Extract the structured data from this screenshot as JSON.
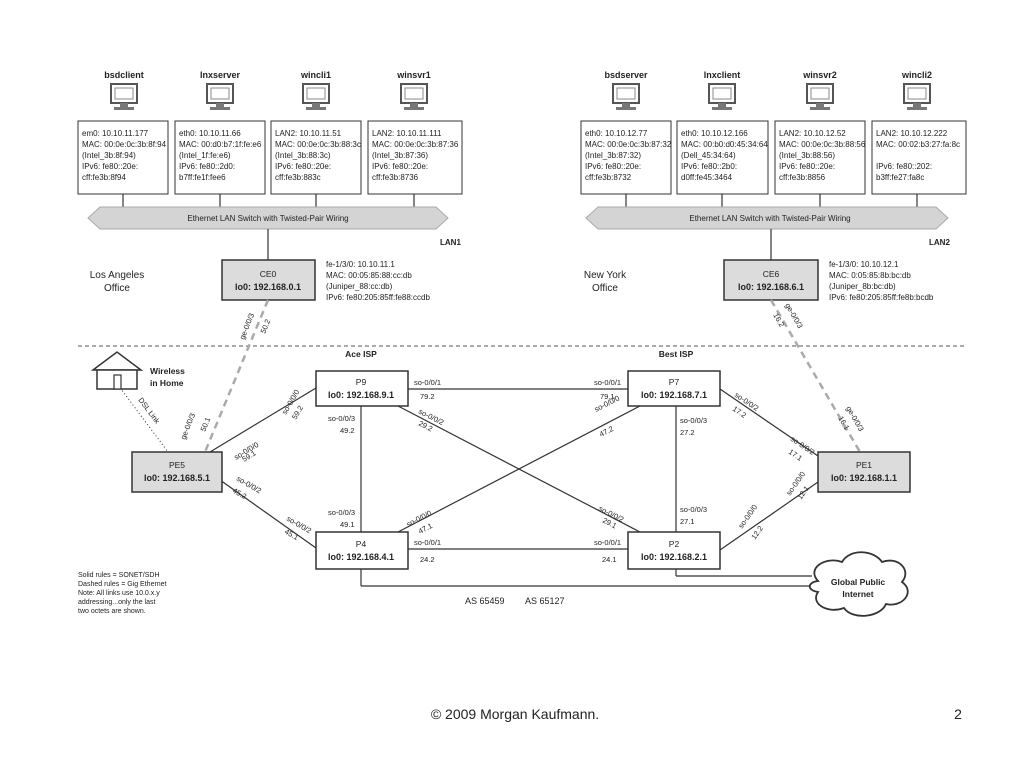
{
  "lan1": {
    "hosts": [
      {
        "name": "bsdclient",
        "lines": [
          "em0: 10.10.11.177",
          "MAC: 00:0e:0c:3b:8f:94",
          "(Intel_3b:8f:94)",
          "IPv6: fe80::20e:",
          "cff:fe3b:8f94"
        ]
      },
      {
        "name": "lnxserver",
        "lines": [
          "eth0: 10.10.11.66",
          "MAC: 00:d0:b7:1f:fe:e6",
          "(Intel_1f:fe:e6)",
          "IPv6: fe80::2d0:",
          "b7ff:fe1f:fee6"
        ]
      },
      {
        "name": "wincli1",
        "lines": [
          "LAN2: 10.10.11.51",
          "MAC: 00:0e:0c:3b:88:3c",
          "(Intel_3b:88:3c)",
          "IPv6: fe80::20e:",
          "cff:fe3b:883c"
        ]
      },
      {
        "name": "winsvr1",
        "lines": [
          "LAN2: 10.10.11.111",
          "MAC: 00:0e:0c:3b:87:36",
          "(Intel_3b:87:36)",
          "IPv6: fe80::20e:",
          "cff:fe3b:8736"
        ]
      }
    ],
    "switch_label": "Ethernet LAN Switch with Twisted-Pair Wiring",
    "lan_label": "LAN1",
    "office": [
      "Los Angeles",
      "Office"
    ],
    "ce": {
      "name": "CE0",
      "lo": "lo0: 192.168.0.1"
    },
    "ce_info": [
      "fe-1/3/0: 10.10.11.1",
      "MAC: 00:05:85:88:cc:db",
      "(Juniper_88:cc:db)",
      "IPv6: fe80:205:85ff:fe88:ccdb"
    ]
  },
  "lan2": {
    "hosts": [
      {
        "name": "bsdserver",
        "lines": [
          "eth0: 10.10.12.77",
          "MAC: 00:0e:0c:3b:87:32",
          "(Intel_3b:87:32)",
          "IPv6: fe80::20e:",
          "cff:fe3b:8732"
        ]
      },
      {
        "name": "lnxclient",
        "lines": [
          "eth0: 10.10.12.166",
          "MAC: 00:b0:d0:45:34:64",
          "(Dell_45:34:64)",
          "IPv6: fe80::2b0:",
          "d0ff:fe45:3464"
        ]
      },
      {
        "name": "winsvr2",
        "lines": [
          "LAN2: 10.10.12.52",
          "MAC: 00:0e:0c:3b:88:56",
          "(Intel_3b:88:56)",
          "IPv6: fe80::20e:",
          "cff:fe3b:8856"
        ]
      },
      {
        "name": "wincli2",
        "lines": [
          "LAN2: 10.10.12.222",
          "MAC: 00:02:b3:27:fa:8c",
          "",
          "IPv6: fe80::202:",
          "b3ff:fe27:fa8c"
        ]
      }
    ],
    "switch_label": "Ethernet LAN Switch with Twisted-Pair Wiring",
    "lan_label": "LAN2",
    "office": [
      "New York",
      "Office"
    ],
    "ce": {
      "name": "CE6",
      "lo": "lo0: 192.168.6.1"
    },
    "ce_info": [
      "fe-1/3/0: 10.10.12.1",
      "MAC: 0:05:85:8b:bc:db",
      "(Juniper_8b:bc:db)",
      "IPv6: fe80:205:85ff:fe8b:bcdb"
    ]
  },
  "isp": {
    "ace": "Ace ISP",
    "best": "Best ISP"
  },
  "routers": {
    "p9": {
      "name": "P9",
      "lo": "lo0: 192.168.9.1"
    },
    "p7": {
      "name": "P7",
      "lo": "lo0: 192.168.7.1"
    },
    "p4": {
      "name": "P4",
      "lo": "lo0: 192.168.4.1"
    },
    "p2": {
      "name": "P2",
      "lo": "lo0: 192.168.2.1"
    },
    "pe5": {
      "name": "PE5",
      "lo": "lo0: 192.168.5.1"
    },
    "pe1": {
      "name": "PE1",
      "lo": "lo0: 192.168.1.1"
    }
  },
  "links": {
    "ce0_if": "ge-0/0/3",
    "ce0_addr": "50.2",
    "ce6_if": "ge-0/0/3",
    "ce6_addr": "16.2",
    "pe5_ge_if": "ge-0/0/3",
    "pe5_ge_addr": "50.1",
    "pe5_p9_if": "so-0/0/0",
    "pe5_p9_addr": "59.1",
    "p9_pe5_if": "so-0/0/0",
    "p9_pe5_addr": "59.2",
    "pe5_p4_if": "so-0/0/2",
    "pe5_p4_addr": "45.2",
    "p4_pe5_if": "so-0/0/2",
    "p4_pe5_addr": "45.1",
    "p9_p7_if": "so-0/0/1",
    "p9_p7_addr": "79.2",
    "p7_p9_if": "so-0/0/1",
    "p7_p9_addr": "79.1",
    "p9_p4_if": "so-0/0/3",
    "p9_p4_addr": "49.2",
    "p4_p9_if": "so-0/0/3",
    "p4_p9_addr": "49.1",
    "p9_p2_if": "so-0/0/2",
    "p9_p2_addr": "29.2",
    "p2_p9_if": "so-0/0/2",
    "p2_p9_addr": "29.1",
    "p7_p4_if": "so-0/0/0",
    "p7_p4_addr": "47.2",
    "p4_p7_if": "so-0/0/0",
    "p4_p7_addr": "47.1",
    "p7_p2_if": "so-0/0/3",
    "p7_p2_addr": "27.2",
    "p2_p7_if": "so-0/0/3",
    "p2_p7_addr": "27.1",
    "p7_pe1_if": "so-0/0/2",
    "p7_pe1_addr": "17.2",
    "pe1_p7_if": "so-0/0/2",
    "pe1_p7_addr": "17.1",
    "pe1_ge_if": "ge-0/0/3",
    "pe1_ge_addr": "16.1",
    "p4_p2_if": "so-0/0/1",
    "p4_p2_addr": "24.2",
    "p2_p4_if": "so-0/0/1",
    "p2_p4_addr": "24.1",
    "p2_pe1_if": "so-0/0/0",
    "p2_pe1_addr": "12.2",
    "pe1_p2_if": "so-0/0/0",
    "pe1_p2_addr": "12.1"
  },
  "home": {
    "label": [
      "Wireless",
      "in Home"
    ],
    "dsl": "DSL Link"
  },
  "internet": [
    "Global Public",
    "Internet"
  ],
  "as": {
    "left": "AS 65459",
    "right": "AS 65127"
  },
  "legend": [
    "Solid rules = SONET/SDH",
    "Dashed rules = Gig Ethernet",
    "Note: All links use 10.0.x.y",
    "addressing...only the last",
    "two octets are shown."
  ],
  "footer": {
    "copyright": "© 2009 Morgan Kaufmann.",
    "page": "2"
  }
}
